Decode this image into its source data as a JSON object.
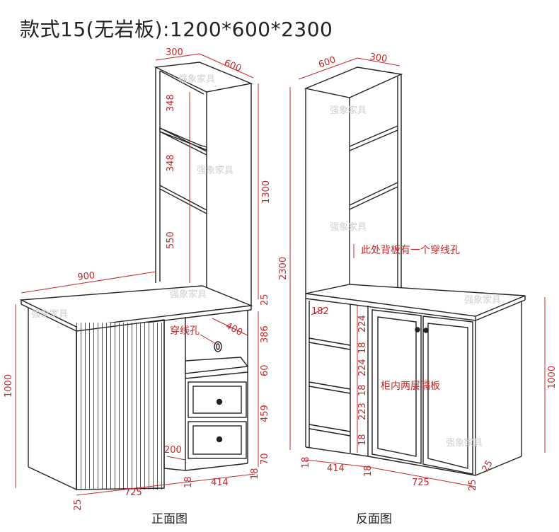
{
  "title": "款式15(无岩板):1200*600*2300",
  "captions": {
    "front": "正面图",
    "back": "反面图"
  },
  "watermark": "强象家具",
  "front": {
    "dims": {
      "top_w": "300",
      "top_d": "600",
      "s1": "348",
      "s2": "348",
      "s3": "550",
      "s_total": "1300",
      "desk_top": "25",
      "hole": "400",
      "c1": "386",
      "c2": "60",
      "c3": "459",
      "c4": "70",
      "height": "1000",
      "width": "900",
      "leg": "200",
      "b1": "25",
      "b2": "725",
      "b3": "18",
      "b4": "414",
      "b5": "18"
    },
    "notes": {
      "hole": "穿线孔"
    }
  },
  "back": {
    "dims": {
      "top_d": "600",
      "top_w": "300",
      "total": "2300",
      "height": "1000",
      "shelf_d": "182",
      "r1": "224",
      "r2": "18",
      "r3": "224",
      "r4": "18",
      "r5": "223",
      "r6": "18",
      "b1": "18",
      "b2": "414",
      "b3": "18",
      "b4": "725",
      "b5": "25",
      "b6": "25"
    },
    "notes": {
      "backhole": "此处背板有一个穿线孔",
      "partition": "柜内两层隔板"
    }
  }
}
